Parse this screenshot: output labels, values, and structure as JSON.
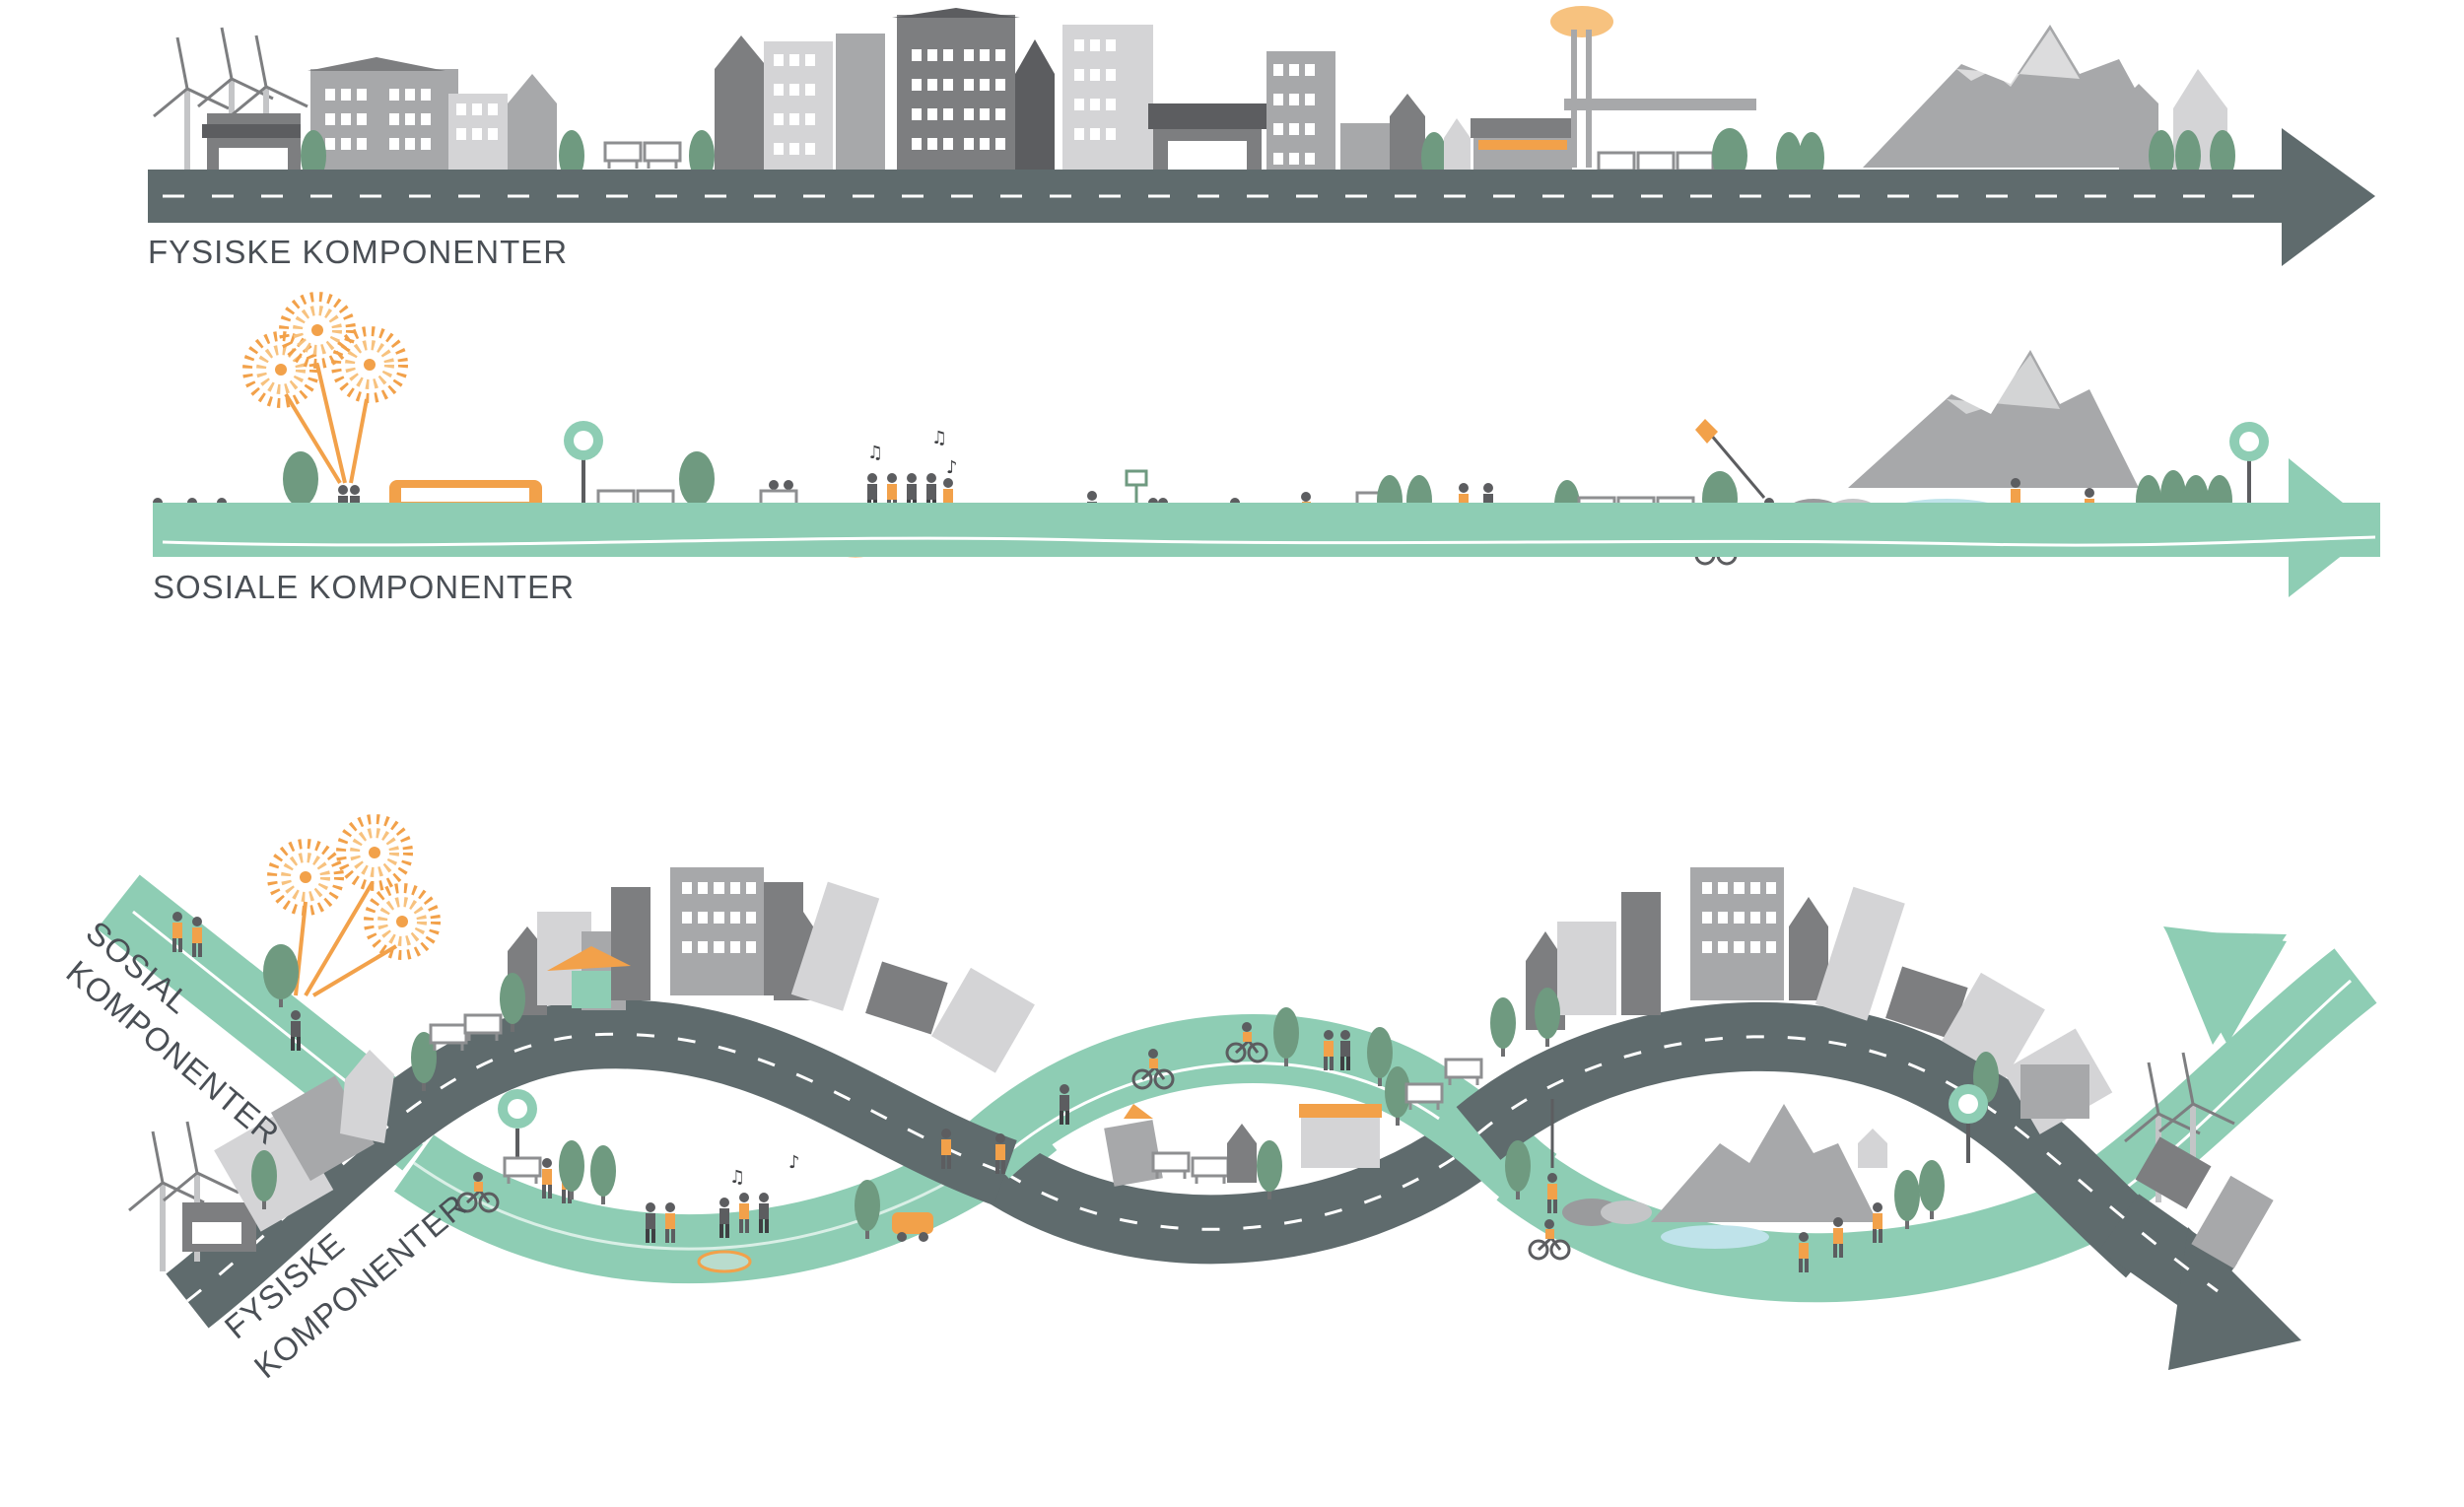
{
  "labels": {
    "physical": "FYSISKE KOMPONENTER",
    "social": "SOSIALE KOMPONENTER",
    "combined_social_line1": "SOSIAL",
    "combined_social_line2": "KOMPONENTER",
    "combined_physical_line1": "FYSISKE",
    "combined_physical_line2": "KOMPONENTER"
  },
  "colors": {
    "road": "#5f6b6d",
    "green_path": "#8ecdb4",
    "light_path": "#d9efe6",
    "building_dark": "#7d7e80",
    "building_mid": "#a7a8aa",
    "building_light": "#d4d4d6",
    "tree": "#6f9a80",
    "orange": "#f2a14a",
    "mountain": "#b3b4b6",
    "lake": "#bfe3ea"
  }
}
